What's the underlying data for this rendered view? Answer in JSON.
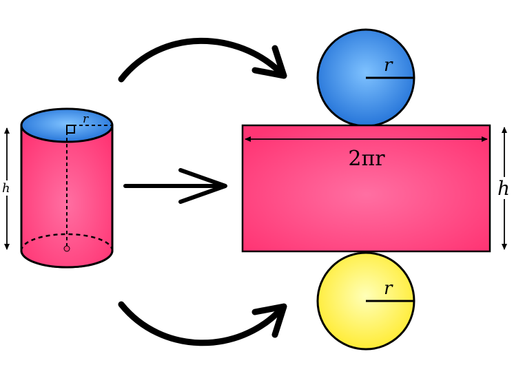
{
  "labels": {
    "cylinder_height": "h",
    "cylinder_radius": "r",
    "top_circle_radius": "r",
    "bottom_circle_radius": "r",
    "rectangle_width": "2πr",
    "rectangle_height": "h"
  },
  "colors": {
    "top_face": "#2f86e8",
    "side_surface": "#ff3f7a",
    "bottom_face": "#fff04a",
    "outline": "#000000"
  }
}
